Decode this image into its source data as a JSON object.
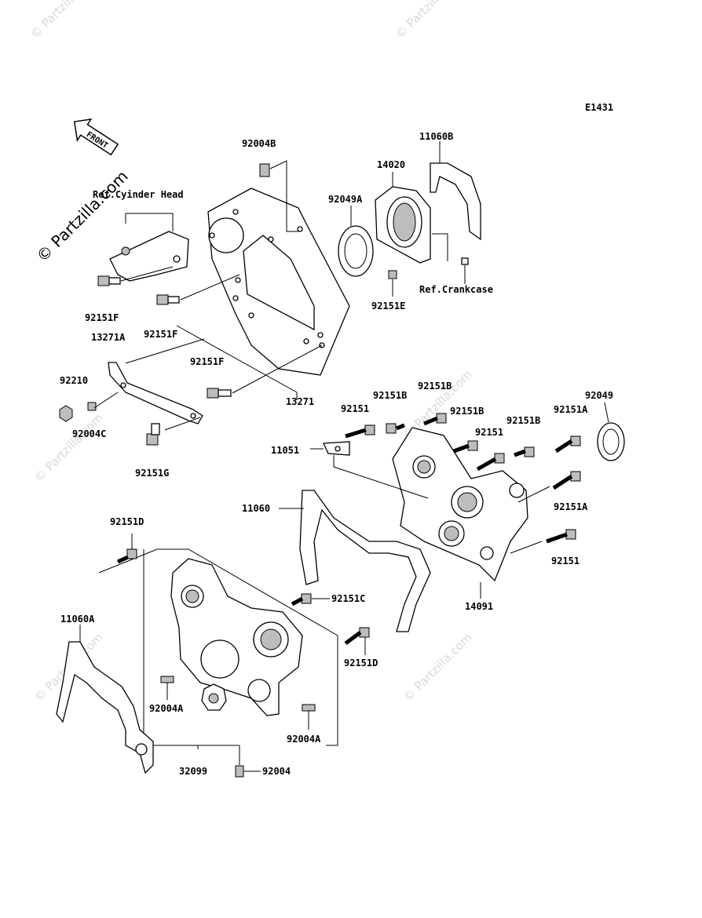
{
  "diagram_code": "E1431",
  "front_label": "FRONT",
  "watermark_main": "© Partzilla.com",
  "watermark_small": "© Partzilla.com",
  "refs": {
    "cylinder_head": "Ref.Cyinder Head",
    "crankcase": "Ref.Crankcase"
  },
  "labels": {
    "p92004B": "92004B",
    "p11060B": "11060B",
    "p14020": "14020",
    "p92049A": "92049A",
    "p92151E": "92151E",
    "p92151F_1": "92151F",
    "p92151F_2": "92151F",
    "p92151F_3": "92151F",
    "p13271A": "13271A",
    "p13271": "13271",
    "p92210": "92210",
    "p92004C": "92004C",
    "p92151G": "92151G",
    "p92151B_1": "92151B",
    "p92151B_2": "92151B",
    "p92151B_3": "92151B",
    "p92151B_4": "92151B",
    "p92151_1": "92151",
    "p92151_2": "92151",
    "p92151_3": "92151",
    "p92049": "92049",
    "p92151A_1": "92151A",
    "p92151A_2": "92151A",
    "p11051": "11051",
    "p11060": "11060",
    "p14091": "14091",
    "p92151D_1": "92151D",
    "p92151D_2": "92151D",
    "p92151C": "92151C",
    "p11060A": "11060A",
    "p92004A_1": "92004A",
    "p92004A_2": "92004A",
    "p32099": "32099",
    "p92004": "92004"
  }
}
